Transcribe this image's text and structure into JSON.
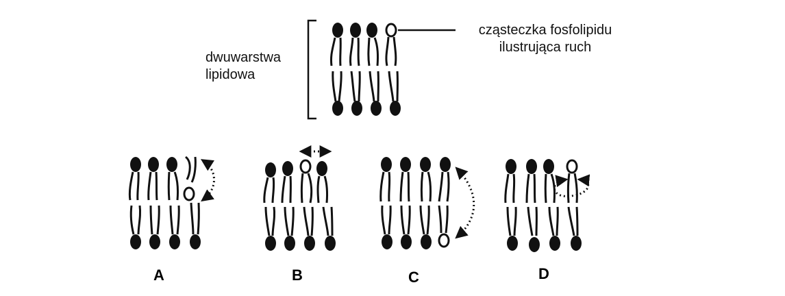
{
  "labels": {
    "bilayer_line1": "dwuwarstwa",
    "bilayer_line2": "lipidowa",
    "molecule_line1": "cząsteczka fosfolipidu",
    "molecule_line2": "ilustrująca ruch"
  },
  "panels": [
    {
      "id": "A",
      "letter": "A",
      "motion": "flip-flop inward (head moves from outer leaflet toward center)"
    },
    {
      "id": "B",
      "letter": "B",
      "motion": "lateral diffusion"
    },
    {
      "id": "C",
      "letter": "C",
      "motion": "transverse flip-flop to opposite leaflet"
    },
    {
      "id": "D",
      "letter": "D",
      "motion": "rotation about its axis"
    }
  ]
}
